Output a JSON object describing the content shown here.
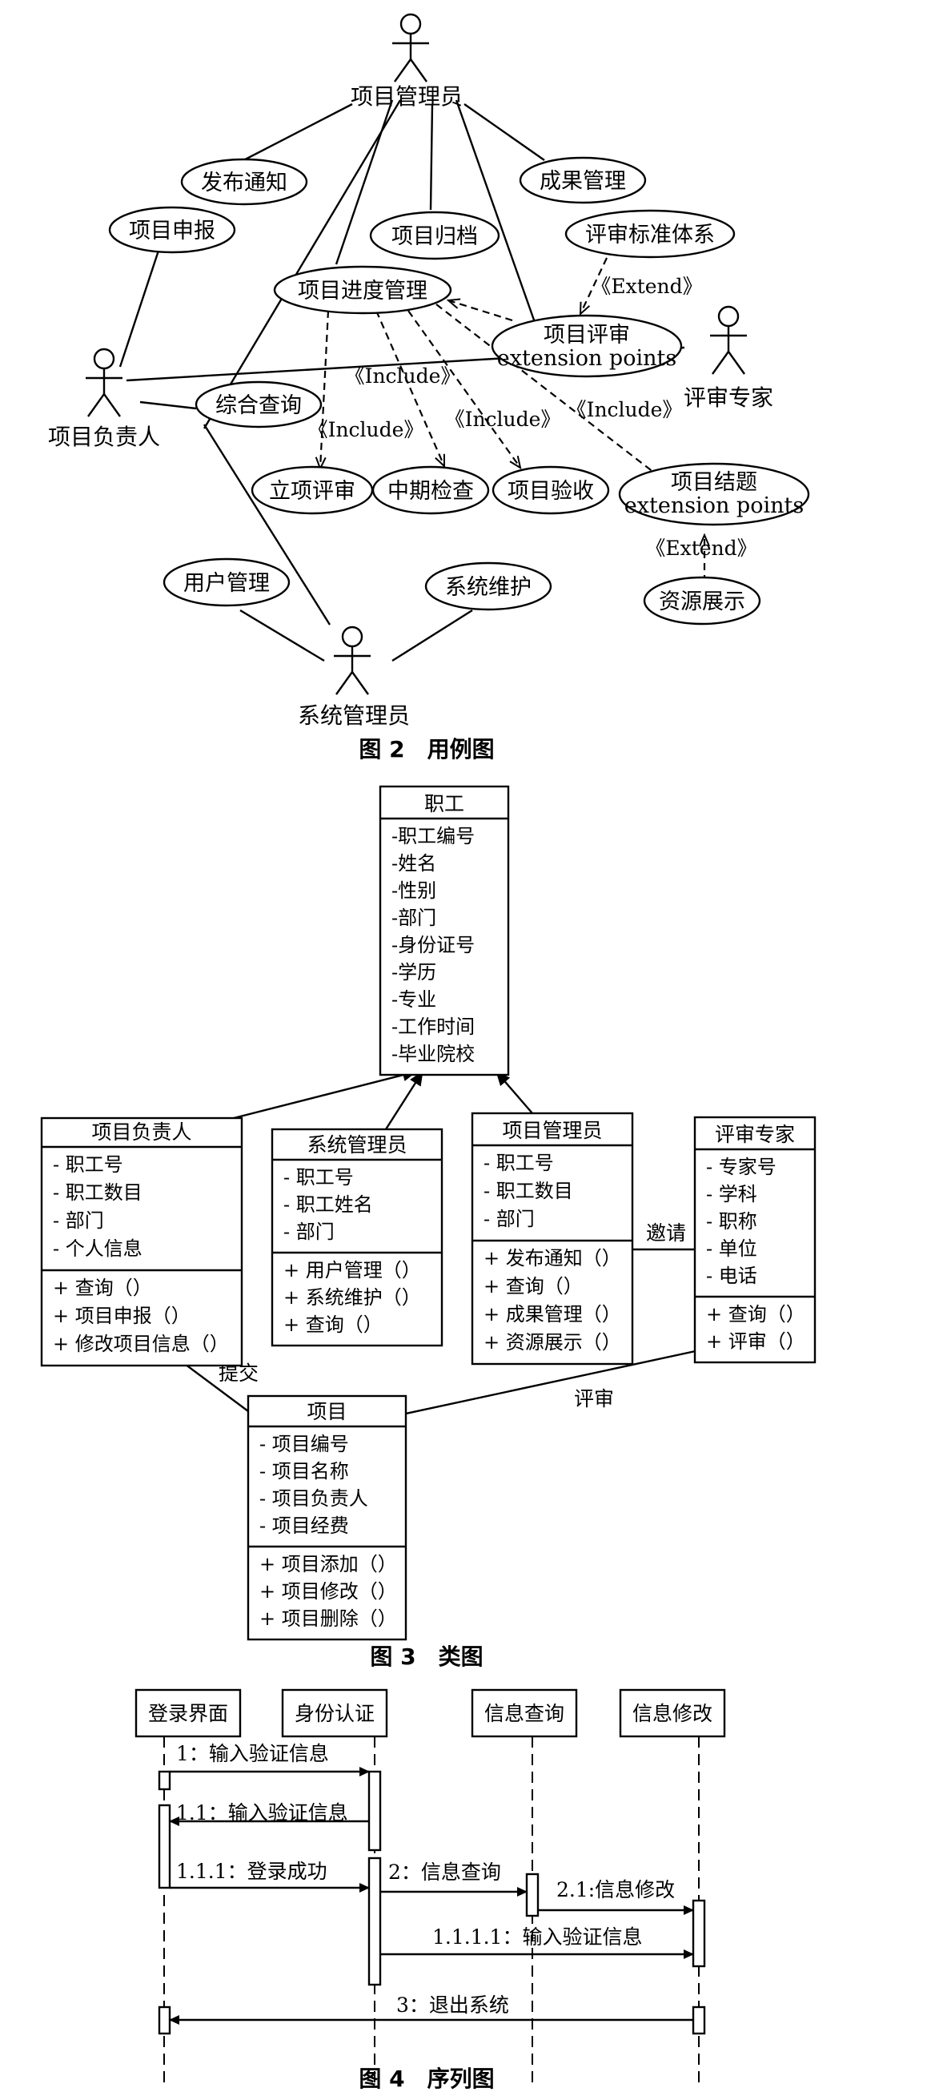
{
  "use_case": {
    "actors": {
      "project_manager": "项目管理员",
      "project_leader": "项目负责人",
      "review_expert": "评审专家",
      "system_admin": "系统管理员"
    },
    "cases": {
      "publish_notice": "发布通知",
      "result_management": "成果管理",
      "project_apply": "项目申报",
      "project_archive": "项目归档",
      "review_standard": "评审标准体系",
      "progress_management": "项目进度管理",
      "project_review": "项目评审",
      "combined_query": "综合查询",
      "approval_review": "立项评审",
      "midterm_check": "中期检查",
      "project_acceptance": "项目验收",
      "project_closure": "项目结题",
      "resource_display": "资源展示",
      "user_management": "用户管理",
      "system_maintenance": "系统维护"
    },
    "extension_points": "extension points",
    "stereotypes": {
      "extend": "《Extend》",
      "include": "《Include》"
    },
    "caption": "图 2　用例图"
  },
  "class_diagram": {
    "employee": {
      "name": "职工",
      "attributes": [
        "-职工编号",
        "-姓名",
        "-性别",
        "-部门",
        "-身份证号",
        "-学历",
        "-专业",
        "-工作时间",
        "-毕业院校"
      ]
    },
    "project_leader": {
      "name": "项目负责人",
      "attributes": [
        "- 职工号",
        "- 职工数目",
        "- 部门",
        "- 个人信息"
      ],
      "methods": [
        "+ 查询（）",
        "+ 项目申报（）",
        "+ 修改项目信息（）"
      ]
    },
    "system_admin": {
      "name": "系统管理员",
      "attributes": [
        "- 职工号",
        "- 职工姓名",
        "- 部门"
      ],
      "methods": [
        "+ 用户管理（）",
        "+ 系统维护（）",
        "+ 查询（）"
      ]
    },
    "project_manager": {
      "name": "项目管理员",
      "attributes": [
        "- 职工号",
        "- 职工数目",
        "- 部门"
      ],
      "methods": [
        "+ 发布通知（）",
        "+ 查询（）",
        "+ 成果管理（）",
        "+ 资源展示（）"
      ]
    },
    "review_expert": {
      "name": "评审专家",
      "attributes": [
        "- 专家号",
        "- 学科",
        "- 职称",
        "- 单位",
        "- 电话"
      ],
      "methods": [
        "+ 查询（）",
        "+ 评审（）"
      ]
    },
    "project": {
      "name": "项目",
      "attributes": [
        "- 项目编号",
        "- 项目名称",
        "- 项目负责人",
        "- 项目经费"
      ],
      "methods": [
        "+ 项目添加（）",
        "+ 项目修改（）",
        "+ 项目删除（）"
      ]
    },
    "associations": {
      "invite": "邀请",
      "submit": "提交",
      "review": "评审"
    },
    "caption": "图 3　类图"
  },
  "sequence_diagram": {
    "lifelines": [
      "登录界面",
      "身份认证",
      "信息查询",
      "信息修改"
    ],
    "messages": [
      "1：输入验证信息",
      "1.1：输入验证信息",
      "1.1.1：登录成功",
      "2：信息查询",
      "2.1:信息修改",
      "1.1.1.1：输入验证信息",
      "3：退出系统"
    ],
    "caption": "图 4　序列图"
  }
}
